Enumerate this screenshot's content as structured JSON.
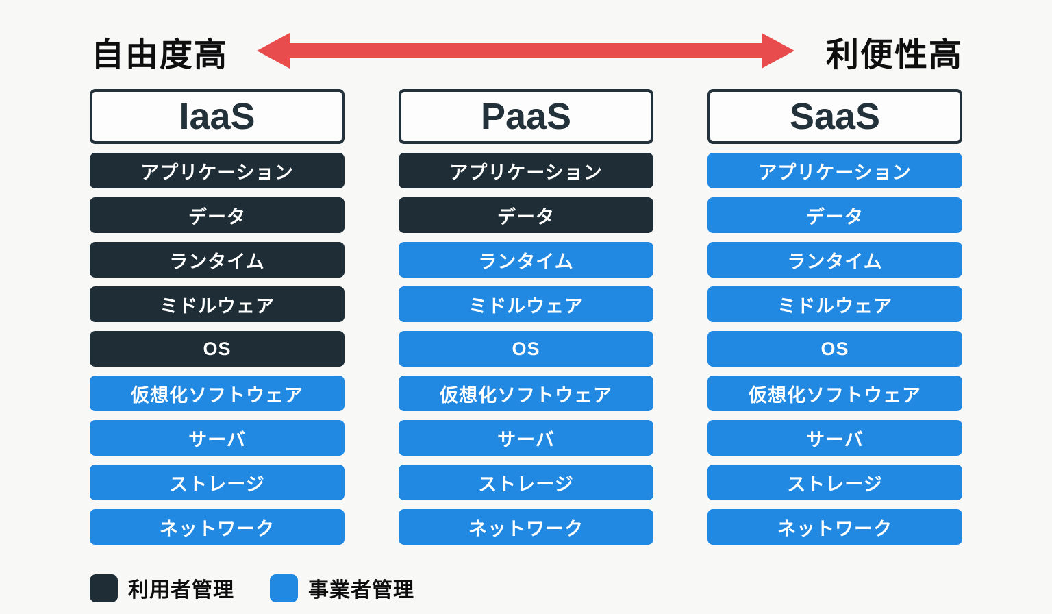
{
  "page": {
    "background": "#f8f8f7",
    "left_label": "自由度高",
    "right_label": "利便性高"
  },
  "colors": {
    "user": "#1e2d36",
    "provider": "#2289e3",
    "arrow": "#e84c4c",
    "header_border": "#22313a"
  },
  "layers": [
    "アプリケーション",
    "データ",
    "ランタイム",
    "ミドルウェア",
    "OS",
    "仮想化ソフトウェア",
    "サーバ",
    "ストレージ",
    "ネットワーク"
  ],
  "columns": [
    {
      "title": "IaaS",
      "user_managed_count": 5
    },
    {
      "title": "PaaS",
      "user_managed_count": 2
    },
    {
      "title": "SaaS",
      "user_managed_count": 0
    }
  ],
  "legend": {
    "items": [
      {
        "label": "利用者管理",
        "color_key": "user"
      },
      {
        "label": "事業者管理",
        "color_key": "provider"
      }
    ]
  }
}
